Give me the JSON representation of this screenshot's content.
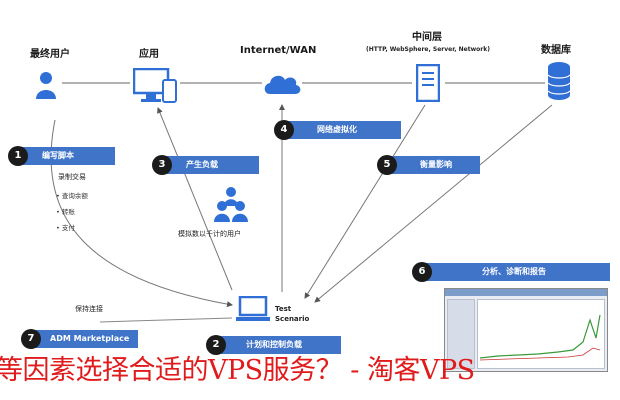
{
  "nodes": {
    "end_user": "最终用户",
    "application": "应用",
    "internet": "Internet/WAN",
    "middle_tier": "中间层",
    "middle_tier_sub": "(HTTP, WebSphere, Server, Network)",
    "database": "数据库"
  },
  "steps": [
    {
      "num": "1",
      "label": "编写脚本"
    },
    {
      "num": "2",
      "label": "计划和控制负载"
    },
    {
      "num": "3",
      "label": "产生负载"
    },
    {
      "num": "4",
      "label": "网络虚拟化"
    },
    {
      "num": "5",
      "label": "衡量影响"
    },
    {
      "num": "6",
      "label": "分析、诊断和报告"
    },
    {
      "num": "7",
      "label": "ADM Marketplace"
    }
  ],
  "script_items": {
    "title": "录制交易",
    "items": [
      "查询余额",
      "转账",
      "支付"
    ]
  },
  "virtual_users": "模拟数以千计的用户",
  "keep_connected": "保持连接",
  "test_scenario": [
    "Test",
    "Scenario"
  ],
  "watermark": "等因素选择合适的VPS服务？ - 淘客VPS",
  "colors": {
    "accent": "#3f74c8",
    "icon": "#2f6fd6",
    "watermark": "#e01b1b"
  }
}
